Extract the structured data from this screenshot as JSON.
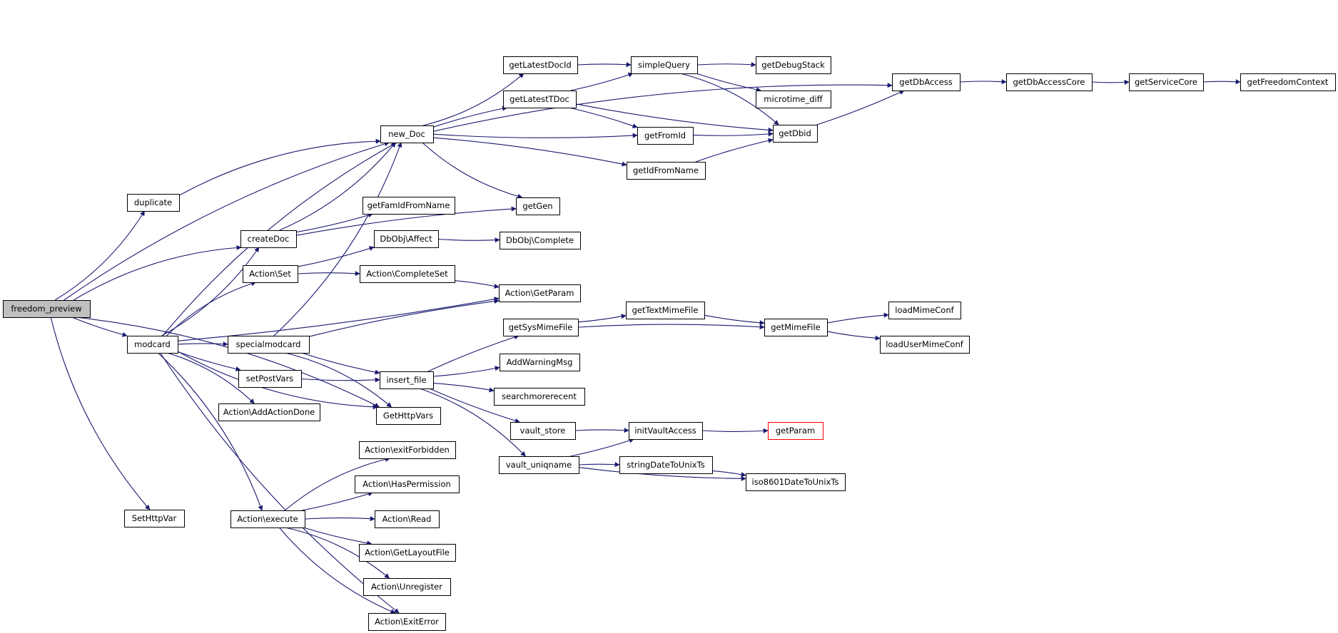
{
  "colors": {
    "edge": "#191970",
    "node_border": "#000000",
    "root_fill": "#bfbfbf",
    "highlight_border": "#ff0000",
    "node_fill": "#ffffff"
  },
  "nodes": [
    {
      "id": "freedom_preview",
      "label": "freedom_preview",
      "root": true
    },
    {
      "id": "duplicate",
      "label": "duplicate"
    },
    {
      "id": "createDoc",
      "label": "createDoc"
    },
    {
      "id": "modcard",
      "label": "modcard"
    },
    {
      "id": "SetHttpVar",
      "label": "SetHttpVar"
    },
    {
      "id": "new_Doc",
      "label": "new_Doc"
    },
    {
      "id": "getLatestDocId",
      "label": "getLatestDocId"
    },
    {
      "id": "getLatestTDoc",
      "label": "getLatestTDoc"
    },
    {
      "id": "simpleQuery",
      "label": "simpleQuery"
    },
    {
      "id": "getDebugStack",
      "label": "getDebugStack"
    },
    {
      "id": "microtime_diff",
      "label": "microtime_diff"
    },
    {
      "id": "getDbAccess",
      "label": "getDbAccess"
    },
    {
      "id": "getDbAccessCore",
      "label": "getDbAccessCore"
    },
    {
      "id": "getServiceCore",
      "label": "getServiceCore"
    },
    {
      "id": "getFreedomContext",
      "label": "getFreedomContext"
    },
    {
      "id": "getFromId",
      "label": "getFromId"
    },
    {
      "id": "getDbid",
      "label": "getDbid"
    },
    {
      "id": "getIdFromName",
      "label": "getIdFromName"
    },
    {
      "id": "getGen",
      "label": "getGen"
    },
    {
      "id": "getFamIdFromName",
      "label": "getFamIdFromName"
    },
    {
      "id": "DbObjAffect",
      "label": "DbObj\\Affect"
    },
    {
      "id": "DbObjComplete",
      "label": "DbObj\\Complete"
    },
    {
      "id": "ActionSet",
      "label": "Action\\Set"
    },
    {
      "id": "ActionCompleteSet",
      "label": "Action\\CompleteSet"
    },
    {
      "id": "ActionGetParam",
      "label": "Action\\GetParam"
    },
    {
      "id": "specialmodcard",
      "label": "specialmodcard"
    },
    {
      "id": "getSysMimeFile",
      "label": "getSysMimeFile"
    },
    {
      "id": "getTextMimeFile",
      "label": "getTextMimeFile"
    },
    {
      "id": "getMimeFile",
      "label": "getMimeFile"
    },
    {
      "id": "loadMimeConf",
      "label": "loadMimeConf"
    },
    {
      "id": "loadUserMimeConf",
      "label": "loadUserMimeConf"
    },
    {
      "id": "setPostVars",
      "label": "setPostVars"
    },
    {
      "id": "insert_file",
      "label": "insert_file"
    },
    {
      "id": "AddWarningMsg",
      "label": "AddWarningMsg"
    },
    {
      "id": "searchmorerecent",
      "label": "searchmorerecent"
    },
    {
      "id": "ActionAddActionDone",
      "label": "Action\\AddActionDone"
    },
    {
      "id": "GetHttpVars",
      "label": "GetHttpVars"
    },
    {
      "id": "vault_store",
      "label": "vault_store"
    },
    {
      "id": "initVaultAccess",
      "label": "initVaultAccess"
    },
    {
      "id": "getParam",
      "label": "getParam",
      "highlight": true
    },
    {
      "id": "vault_uniqname",
      "label": "vault_uniqname"
    },
    {
      "id": "stringDateToUnixTs",
      "label": "stringDateToUnixTs"
    },
    {
      "id": "iso8601DateToUnixTs",
      "label": "iso8601DateToUnixTs"
    },
    {
      "id": "ActionexitForbidden",
      "label": "Action\\exitForbidden"
    },
    {
      "id": "ActionHasPermission",
      "label": "Action\\HasPermission"
    },
    {
      "id": "Actionexecute",
      "label": "Action\\execute"
    },
    {
      "id": "ActionRead",
      "label": "Action\\Read"
    },
    {
      "id": "ActionGetLayoutFile",
      "label": "Action\\GetLayoutFile"
    },
    {
      "id": "ActionUnregister",
      "label": "Action\\Unregister"
    },
    {
      "id": "ActionExitError",
      "label": "Action\\ExitError"
    }
  ],
  "edges": [
    {
      "from": "freedom_preview",
      "to": "new_Doc"
    },
    {
      "from": "freedom_preview",
      "to": "duplicate"
    },
    {
      "from": "freedom_preview",
      "to": "createDoc"
    },
    {
      "from": "freedom_preview",
      "to": "modcard"
    },
    {
      "from": "freedom_preview",
      "to": "GetHttpVars"
    },
    {
      "from": "freedom_preview",
      "to": "SetHttpVar"
    },
    {
      "from": "duplicate",
      "to": "new_Doc"
    },
    {
      "from": "createDoc",
      "to": "new_Doc"
    },
    {
      "from": "createDoc",
      "to": "getGen"
    },
    {
      "from": "createDoc",
      "to": "getFamIdFromName"
    },
    {
      "from": "modcard",
      "to": "new_Doc"
    },
    {
      "from": "modcard",
      "to": "createDoc"
    },
    {
      "from": "modcard",
      "to": "ActionSet"
    },
    {
      "from": "modcard",
      "to": "ActionGetParam"
    },
    {
      "from": "modcard",
      "to": "specialmodcard"
    },
    {
      "from": "modcard",
      "to": "setPostVars"
    },
    {
      "from": "modcard",
      "to": "ActionAddActionDone"
    },
    {
      "from": "modcard",
      "to": "GetHttpVars"
    },
    {
      "from": "modcard",
      "to": "Actionexecute"
    },
    {
      "from": "modcard",
      "to": "ActionExitError"
    },
    {
      "from": "new_Doc",
      "to": "getDbAccess"
    },
    {
      "from": "new_Doc",
      "to": "getLatestDocId"
    },
    {
      "from": "new_Doc",
      "to": "getLatestTDoc"
    },
    {
      "from": "new_Doc",
      "to": "getFromId"
    },
    {
      "from": "new_Doc",
      "to": "getIdFromName"
    },
    {
      "from": "new_Doc",
      "to": "getGen"
    },
    {
      "from": "getLatestDocId",
      "to": "simpleQuery"
    },
    {
      "from": "getLatestTDoc",
      "to": "simpleQuery"
    },
    {
      "from": "getLatestTDoc",
      "to": "getFromId"
    },
    {
      "from": "getLatestTDoc",
      "to": "getDbid"
    },
    {
      "from": "simpleQuery",
      "to": "getDebugStack"
    },
    {
      "from": "simpleQuery",
      "to": "microtime_diff"
    },
    {
      "from": "simpleQuery",
      "to": "getDbid"
    },
    {
      "from": "getFromId",
      "to": "getDbid"
    },
    {
      "from": "getIdFromName",
      "to": "getDbid"
    },
    {
      "from": "getDbid",
      "to": "getDbAccess"
    },
    {
      "from": "getDbAccess",
      "to": "getDbAccessCore"
    },
    {
      "from": "getDbAccessCore",
      "to": "getServiceCore"
    },
    {
      "from": "getServiceCore",
      "to": "getFreedomContext"
    },
    {
      "from": "ActionSet",
      "to": "DbObjAffect"
    },
    {
      "from": "ActionSet",
      "to": "ActionCompleteSet"
    },
    {
      "from": "DbObjAffect",
      "to": "DbObjComplete"
    },
    {
      "from": "ActionCompleteSet",
      "to": "ActionGetParam"
    },
    {
      "from": "specialmodcard",
      "to": "new_Doc"
    },
    {
      "from": "specialmodcard",
      "to": "ActionGetParam"
    },
    {
      "from": "specialmodcard",
      "to": "insert_file"
    },
    {
      "from": "specialmodcard",
      "to": "GetHttpVars"
    },
    {
      "from": "setPostVars",
      "to": "insert_file"
    },
    {
      "from": "insert_file",
      "to": "getSysMimeFile"
    },
    {
      "from": "insert_file",
      "to": "AddWarningMsg"
    },
    {
      "from": "insert_file",
      "to": "searchmorerecent"
    },
    {
      "from": "insert_file",
      "to": "vault_store"
    },
    {
      "from": "insert_file",
      "to": "vault_uniqname"
    },
    {
      "from": "getSysMimeFile",
      "to": "getTextMimeFile"
    },
    {
      "from": "getSysMimeFile",
      "to": "getMimeFile"
    },
    {
      "from": "getTextMimeFile",
      "to": "getMimeFile"
    },
    {
      "from": "getMimeFile",
      "to": "loadMimeConf"
    },
    {
      "from": "getMimeFile",
      "to": "loadUserMimeConf"
    },
    {
      "from": "vault_store",
      "to": "initVaultAccess"
    },
    {
      "from": "vault_uniqname",
      "to": "initVaultAccess"
    },
    {
      "from": "vault_uniqname",
      "to": "stringDateToUnixTs"
    },
    {
      "from": "vault_uniqname",
      "to": "iso8601DateToUnixTs"
    },
    {
      "from": "stringDateToUnixTs",
      "to": "iso8601DateToUnixTs"
    },
    {
      "from": "initVaultAccess",
      "to": "getParam"
    },
    {
      "from": "Actionexecute",
      "to": "ActionexitForbidden"
    },
    {
      "from": "Actionexecute",
      "to": "ActionHasPermission"
    },
    {
      "from": "Actionexecute",
      "to": "ActionRead"
    },
    {
      "from": "Actionexecute",
      "to": "ActionGetLayoutFile"
    },
    {
      "from": "Actionexecute",
      "to": "ActionUnregister"
    },
    {
      "from": "Actionexecute",
      "to": "ActionExitError"
    }
  ]
}
